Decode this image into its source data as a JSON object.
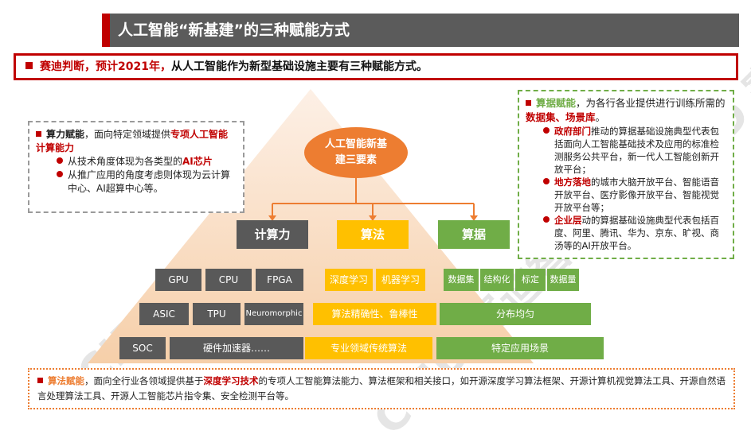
{
  "title": "人工智能“新基建”的三种赋能方式",
  "lead": {
    "highlight": "赛迪判断，预计2021年，",
    "rest": "从人工智能作为新型基础设施主要有三种赋能方式。"
  },
  "hub": {
    "line1": "人工智能新基",
    "line2": "建三要素"
  },
  "categories": {
    "compute": "计算力",
    "algorithm": "算法",
    "data": "算据"
  },
  "compute_rows": {
    "r1": [
      "GPU",
      "CPU",
      "FPGA"
    ],
    "r2": [
      "ASIC",
      "TPU",
      "Neuromorphic"
    ],
    "r3": [
      "SOC",
      "硬件加速器……"
    ]
  },
  "algo_rows": {
    "r1": [
      "深度学习",
      "机器学习"
    ],
    "r2": "算法精确性、鲁棒性",
    "r3": "专业领域传统算法"
  },
  "data_rows": {
    "r1": [
      "数据集",
      "结构化",
      "标定",
      "数据量"
    ],
    "r2": "分布均匀",
    "r3": "特定应用场景"
  },
  "left_note": {
    "head_bold": "算力赋能",
    "head_text": "，面向特定领域提供",
    "head_red": "专项人工智能计算能力",
    "b1_text": "从技术角度体现为各类型的",
    "b1_red": "AI芯片",
    "b2_text": "从推广应用的角度考虑则体现为云计算中心、AI超算中心等。"
  },
  "right_note": {
    "head_bold": "算据赋能",
    "head_text": "，为各行各业提供进行训练所需的",
    "head_red": "数据集、场景库",
    "head_end": "。",
    "b1_red": "政府部门",
    "b1_text": "推动的算据基础设施典型代表包括面向人工智能基础技术及应用的标准检测服务公共平台，新一代人工智能创新开放平台；",
    "b2_red": "地方落地",
    "b2_text": "的城市大脑开放平台、智能语音开放平台、医疗影像开放平台、智能视觉开放平台等；",
    "b3_red": "企业层",
    "b3_text": "动的算据基础设施典型代表包括百度、阿里、腾讯、华为、京东、旷视、商汤等的AI开放平台。"
  },
  "bottom_note": {
    "head_bold": "算法赋能",
    "text1": "，面向全行业各领域提供基于",
    "red": "深度学习技术",
    "text2": "的专项人工智能算法能力、算法框架和相关接口，如开源深度学习算法框架、开源计算机视觉算法工具、开源自然语言处理算法工具、开源人工智能芯片指令集、安全检测平台等。"
  },
  "watermark": "CCID 赛迪智库",
  "colors": {
    "accent_red": "#c00000",
    "orange": "#ed7d31",
    "gray": "#595959",
    "yellow": "#ffc000",
    "green": "#70ad47"
  }
}
